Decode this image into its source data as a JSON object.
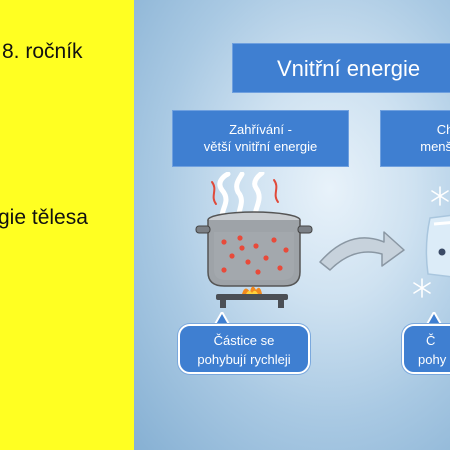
{
  "left": {
    "line1": "8. ročník",
    "line2": "gie tělesa"
  },
  "slide": {
    "title": "Vnitřní energie",
    "heating_box": {
      "line1": "Zahřívání -",
      "line2": "větší vnitřní energie"
    },
    "cooling_box": {
      "line1": "Ch",
      "line2": "menší v"
    },
    "left_bubble": {
      "line1": "Částice se",
      "line2": "pohybují rychleji"
    },
    "right_bubble": {
      "line1": "Č",
      "line2": "pohy"
    }
  },
  "colors": {
    "left_background": "#ffff22",
    "box_blue": "#3f7fd1",
    "particle_red": "#e84a3a",
    "pot_gray": "#9ea3a8",
    "steam": "#ffffff"
  },
  "icons": [
    "steam-icon",
    "cooking-pot-icon",
    "gas-flame-icon",
    "curved-arrow-icon",
    "ice-cube-icon",
    "snowflake-icon"
  ]
}
